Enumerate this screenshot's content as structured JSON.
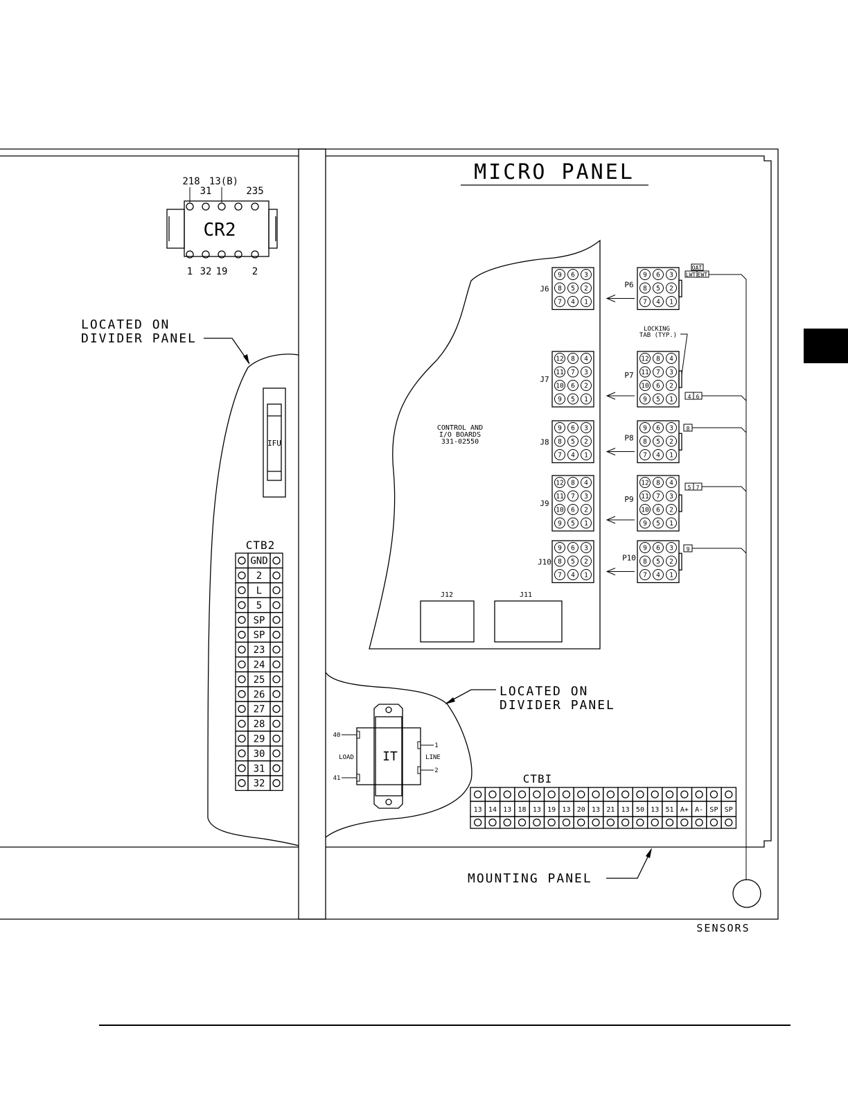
{
  "title": "MICRO PANEL",
  "relay": {
    "label": "CR2",
    "top_terminals": [
      "218",
      "31",
      "13(B)",
      "235"
    ],
    "bottom_terminals": [
      "1",
      "32",
      "19",
      "2"
    ]
  },
  "labels": {
    "divider_left": [
      "LOCATED ON",
      "DIVIDER PANEL"
    ],
    "divider_right": [
      "LOCATED ON",
      "DIVIDER PANEL"
    ],
    "mounting": "MOUNTING PANEL",
    "sensors": "SENSORS",
    "locking_tab": [
      "LOCKING",
      "TAB (TYP.)"
    ],
    "control_boards": [
      "CONTROL AND",
      "I/O BOARDS",
      "331-02550"
    ],
    "fuse": "IFU",
    "transformer": "IT",
    "load": "LOAD",
    "line": "LINE",
    "xfmr_terms": [
      "40",
      "41",
      "1",
      "2"
    ],
    "oat": "OAT",
    "lwt": "LWT",
    "ewt": "EWT"
  },
  "ctb2": {
    "label": "CTB2",
    "terminals": [
      "GND",
      "2",
      "L",
      "5",
      "SP",
      "SP",
      "23",
      "24",
      "25",
      "26",
      "27",
      "28",
      "29",
      "30",
      "31",
      "32"
    ]
  },
  "ctb1": {
    "label": "CTBI",
    "terminals": [
      "13",
      "14",
      "13",
      "18",
      "13",
      "19",
      "13",
      "20",
      "13",
      "21",
      "13",
      "50",
      "13",
      "51",
      "A+",
      "A-",
      "SP",
      "SP"
    ]
  },
  "board_connectors": [
    {
      "label": "J6",
      "rows": [
        [
          "9",
          "6",
          "3"
        ],
        [
          "8",
          "5",
          "2"
        ],
        [
          "7",
          "4",
          "1"
        ]
      ]
    },
    {
      "label": "J7",
      "rows": [
        [
          "12",
          "8",
          "4"
        ],
        [
          "11",
          "7",
          "3"
        ],
        [
          "10",
          "6",
          "2"
        ],
        [
          "9",
          "5",
          "1"
        ]
      ]
    },
    {
      "label": "J8",
      "rows": [
        [
          "9",
          "6",
          "3"
        ],
        [
          "8",
          "5",
          "2"
        ],
        [
          "7",
          "4",
          "1"
        ]
      ]
    },
    {
      "label": "J9",
      "rows": [
        [
          "12",
          "8",
          "4"
        ],
        [
          "11",
          "7",
          "3"
        ],
        [
          "10",
          "6",
          "2"
        ],
        [
          "9",
          "5",
          "1"
        ]
      ]
    },
    {
      "label": "J10",
      "rows": [
        [
          "9",
          "6",
          "3"
        ],
        [
          "8",
          "5",
          "2"
        ],
        [
          "7",
          "4",
          "1"
        ]
      ]
    }
  ],
  "plug_connectors": [
    {
      "label": "P6",
      "rows": [
        [
          "9",
          "6",
          "3"
        ],
        [
          "8",
          "5",
          "2"
        ],
        [
          "7",
          "4",
          "1"
        ]
      ]
    },
    {
      "label": "P7",
      "rows": [
        [
          "12",
          "8",
          "4"
        ],
        [
          "11",
          "7",
          "3"
        ],
        [
          "10",
          "6",
          "2"
        ],
        [
          "9",
          "5",
          "1"
        ]
      ]
    },
    {
      "label": "P8",
      "rows": [
        [
          "9",
          "6",
          "3"
        ],
        [
          "8",
          "5",
          "2"
        ],
        [
          "7",
          "4",
          "1"
        ]
      ]
    },
    {
      "label": "P9",
      "rows": [
        [
          "12",
          "8",
          "4"
        ],
        [
          "11",
          "7",
          "3"
        ],
        [
          "10",
          "6",
          "2"
        ],
        [
          "9",
          "5",
          "1"
        ]
      ]
    },
    {
      "label": "P10",
      "rows": [
        [
          "9",
          "6",
          "3"
        ],
        [
          "8",
          "5",
          "2"
        ],
        [
          "7",
          "4",
          "1"
        ]
      ]
    }
  ],
  "wire_tags": {
    "p7": [
      "4",
      "6"
    ],
    "p8": [
      "8"
    ],
    "p9": [
      "5",
      "7"
    ],
    "p10": [
      "9"
    ]
  },
  "aux_connectors": [
    "J12",
    "J11"
  ]
}
